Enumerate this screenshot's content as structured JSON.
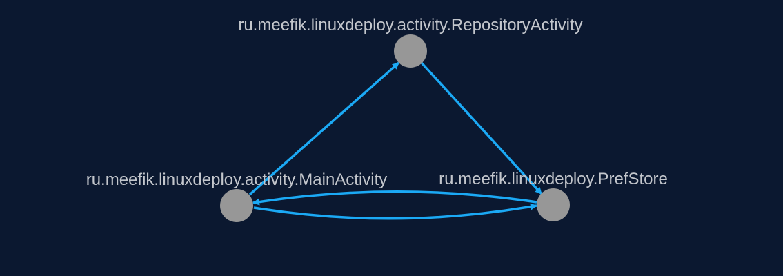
{
  "diagram": {
    "nodes": [
      {
        "id": "repo",
        "label": "ru.meefik.linuxdeploy.activity.RepositoryActivity"
      },
      {
        "id": "main",
        "label": "ru.meefik.linuxdeploy.activity.MainActivity"
      },
      {
        "id": "pref",
        "label": "ru.meefik.linuxdeploy.PrefStore"
      }
    ],
    "edges": [
      {
        "from": "main",
        "to": "repo"
      },
      {
        "from": "repo",
        "to": "pref"
      },
      {
        "from": "main",
        "to": "pref"
      },
      {
        "from": "pref",
        "to": "main"
      }
    ]
  },
  "colors": {
    "background": "#0b1830",
    "edge": "#1ba9f5",
    "node": "#979797",
    "label": "#c3c6cc"
  }
}
